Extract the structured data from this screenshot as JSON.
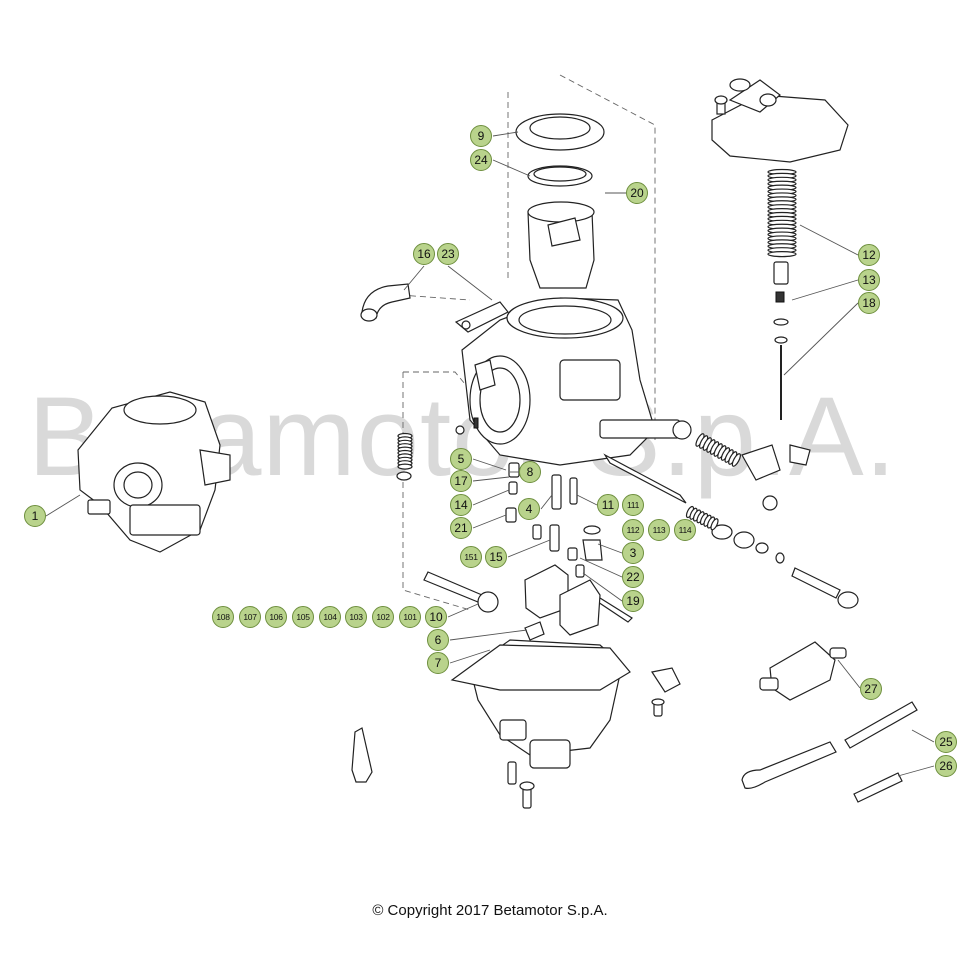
{
  "watermark": "Betamotor S.p.A.",
  "copyright": "© Copyright 2017 Betamotor S.p.A.",
  "colors": {
    "badge_fill": "#b9d38c",
    "badge_border": "#6e8f3e",
    "watermark": "#d9d9d9"
  },
  "callouts": [
    {
      "id": "1",
      "label": "1"
    },
    {
      "id": "9",
      "label": "9"
    },
    {
      "id": "24",
      "label": "24"
    },
    {
      "id": "20",
      "label": "20"
    },
    {
      "id": "16",
      "label": "16"
    },
    {
      "id": "23",
      "label": "23"
    },
    {
      "id": "12",
      "label": "12"
    },
    {
      "id": "13",
      "label": "13"
    },
    {
      "id": "18",
      "label": "18"
    },
    {
      "id": "5",
      "label": "5"
    },
    {
      "id": "8",
      "label": "8"
    },
    {
      "id": "17",
      "label": "17"
    },
    {
      "id": "14",
      "label": "14"
    },
    {
      "id": "4",
      "label": "4"
    },
    {
      "id": "11",
      "label": "11"
    },
    {
      "id": "111",
      "label": "111"
    },
    {
      "id": "21",
      "label": "21"
    },
    {
      "id": "112",
      "label": "112"
    },
    {
      "id": "113",
      "label": "113"
    },
    {
      "id": "114",
      "label": "114"
    },
    {
      "id": "151",
      "label": "151"
    },
    {
      "id": "15",
      "label": "15"
    },
    {
      "id": "3",
      "label": "3"
    },
    {
      "id": "22",
      "label": "22"
    },
    {
      "id": "19",
      "label": "19"
    },
    {
      "id": "108",
      "label": "108"
    },
    {
      "id": "107",
      "label": "107"
    },
    {
      "id": "106",
      "label": "106"
    },
    {
      "id": "105",
      "label": "105"
    },
    {
      "id": "104",
      "label": "104"
    },
    {
      "id": "103",
      "label": "103"
    },
    {
      "id": "102",
      "label": "102"
    },
    {
      "id": "101",
      "label": "101"
    },
    {
      "id": "10",
      "label": "10"
    },
    {
      "id": "6",
      "label": "6"
    },
    {
      "id": "7",
      "label": "7"
    },
    {
      "id": "27",
      "label": "27"
    },
    {
      "id": "25",
      "label": "25"
    },
    {
      "id": "26",
      "label": "26"
    }
  ]
}
